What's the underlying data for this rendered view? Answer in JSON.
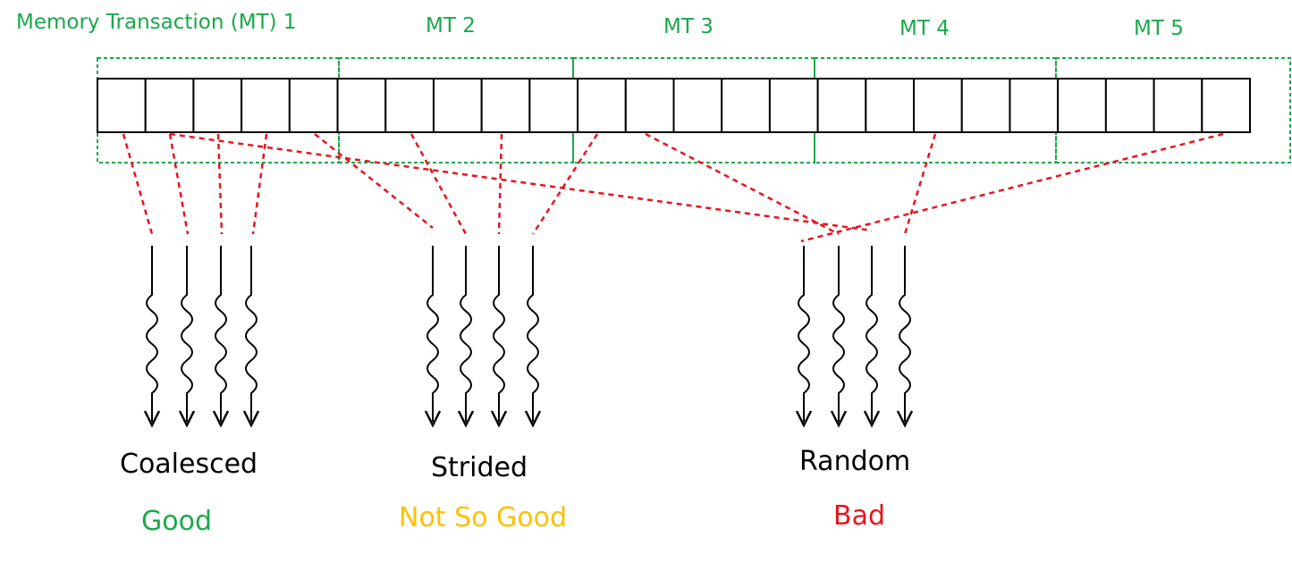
{
  "memory_transactions": [
    {
      "label": "Memory Transaction (MT) 1"
    },
    {
      "label": "MT 2"
    },
    {
      "label": "MT 3"
    },
    {
      "label": "MT 4"
    },
    {
      "label": "MT 5"
    }
  ],
  "memory_cell_count": 24,
  "cells_per_transaction": 5,
  "access_patterns": [
    {
      "name": "Coalesced",
      "quality": "Good",
      "quality_color": "#1aa84a",
      "threads": 4
    },
    {
      "name": "Strided",
      "quality": "Not So Good",
      "quality_color": "#ffc000",
      "threads": 4
    },
    {
      "name": "Random",
      "quality": "Bad",
      "quality_color": "#e8141e",
      "threads": 4
    }
  ],
  "colors": {
    "transaction_border": "#1aa84a",
    "access_line": "#e8141e",
    "cell_border": "#000000",
    "thread_arrow": "#000000"
  },
  "icons": {
    "thread": "wavy-down-arrow"
  }
}
